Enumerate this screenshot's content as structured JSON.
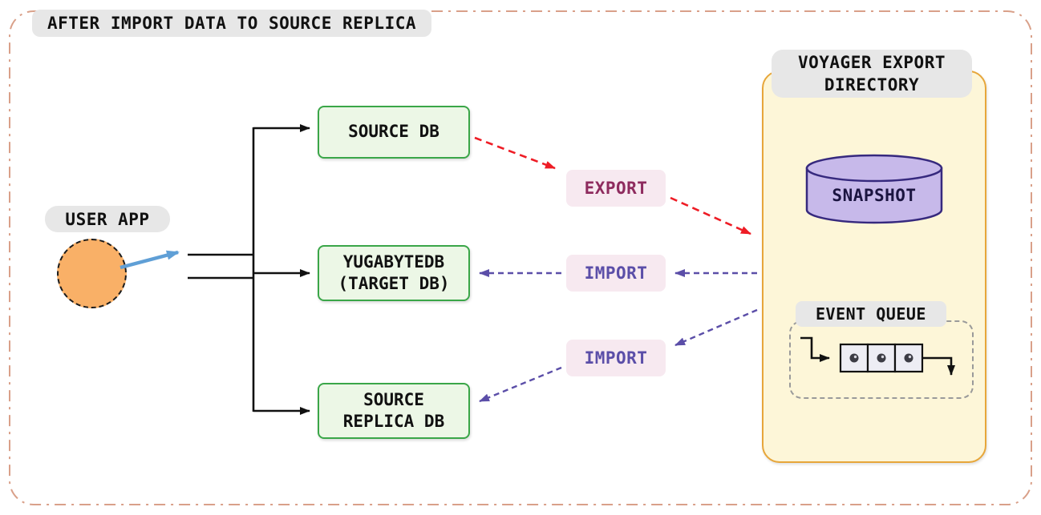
{
  "title": "AFTER IMPORT DATA TO SOURCE REPLICA",
  "user_app": {
    "label": "USER APP"
  },
  "nodes": {
    "source_db": {
      "label": "SOURCE DB"
    },
    "target_db": {
      "label": "YUGABYTEDB\n(TARGET DB)"
    },
    "source_replica_db": {
      "label": "SOURCE\nREPLICA DB"
    }
  },
  "flows": {
    "export": {
      "label": "EXPORT",
      "from": "SOURCE DB",
      "to": "VOYAGER EXPORT DIRECTORY"
    },
    "import_target": {
      "label": "IMPORT",
      "from": "VOYAGER EXPORT DIRECTORY",
      "to": "YUGABYTEDB (TARGET DB)"
    },
    "import_replica": {
      "label": "IMPORT",
      "from": "VOYAGER EXPORT DIRECTORY",
      "to": "SOURCE REPLICA DB"
    }
  },
  "voyager": {
    "title": "VOYAGER EXPORT\nDIRECTORY",
    "snapshot": {
      "label": "SNAPSHOT"
    },
    "event_queue": {
      "label": "EVENT QUEUE",
      "cells": 3
    }
  },
  "colors": {
    "green_border": "#3aa648",
    "green_fill": "#ecf7e6",
    "pink_fill": "#f7e9f0",
    "export_text": "#8e2b5e",
    "import_text": "#5b4ea8",
    "red_arrow": "#ee1c25",
    "purple_arrow": "#5b4ea8",
    "blue_arrow": "#5f9fd6",
    "voyager_fill": "#fdf6d8",
    "voyager_border": "#e7a63a",
    "snapshot_fill": "#c7b9ea",
    "snapshot_border": "#36297e",
    "pill_fill": "#e7e7e7",
    "user_circle_fill": "#f9b067",
    "outer_border": "#d9a089",
    "line_black": "#111111"
  }
}
